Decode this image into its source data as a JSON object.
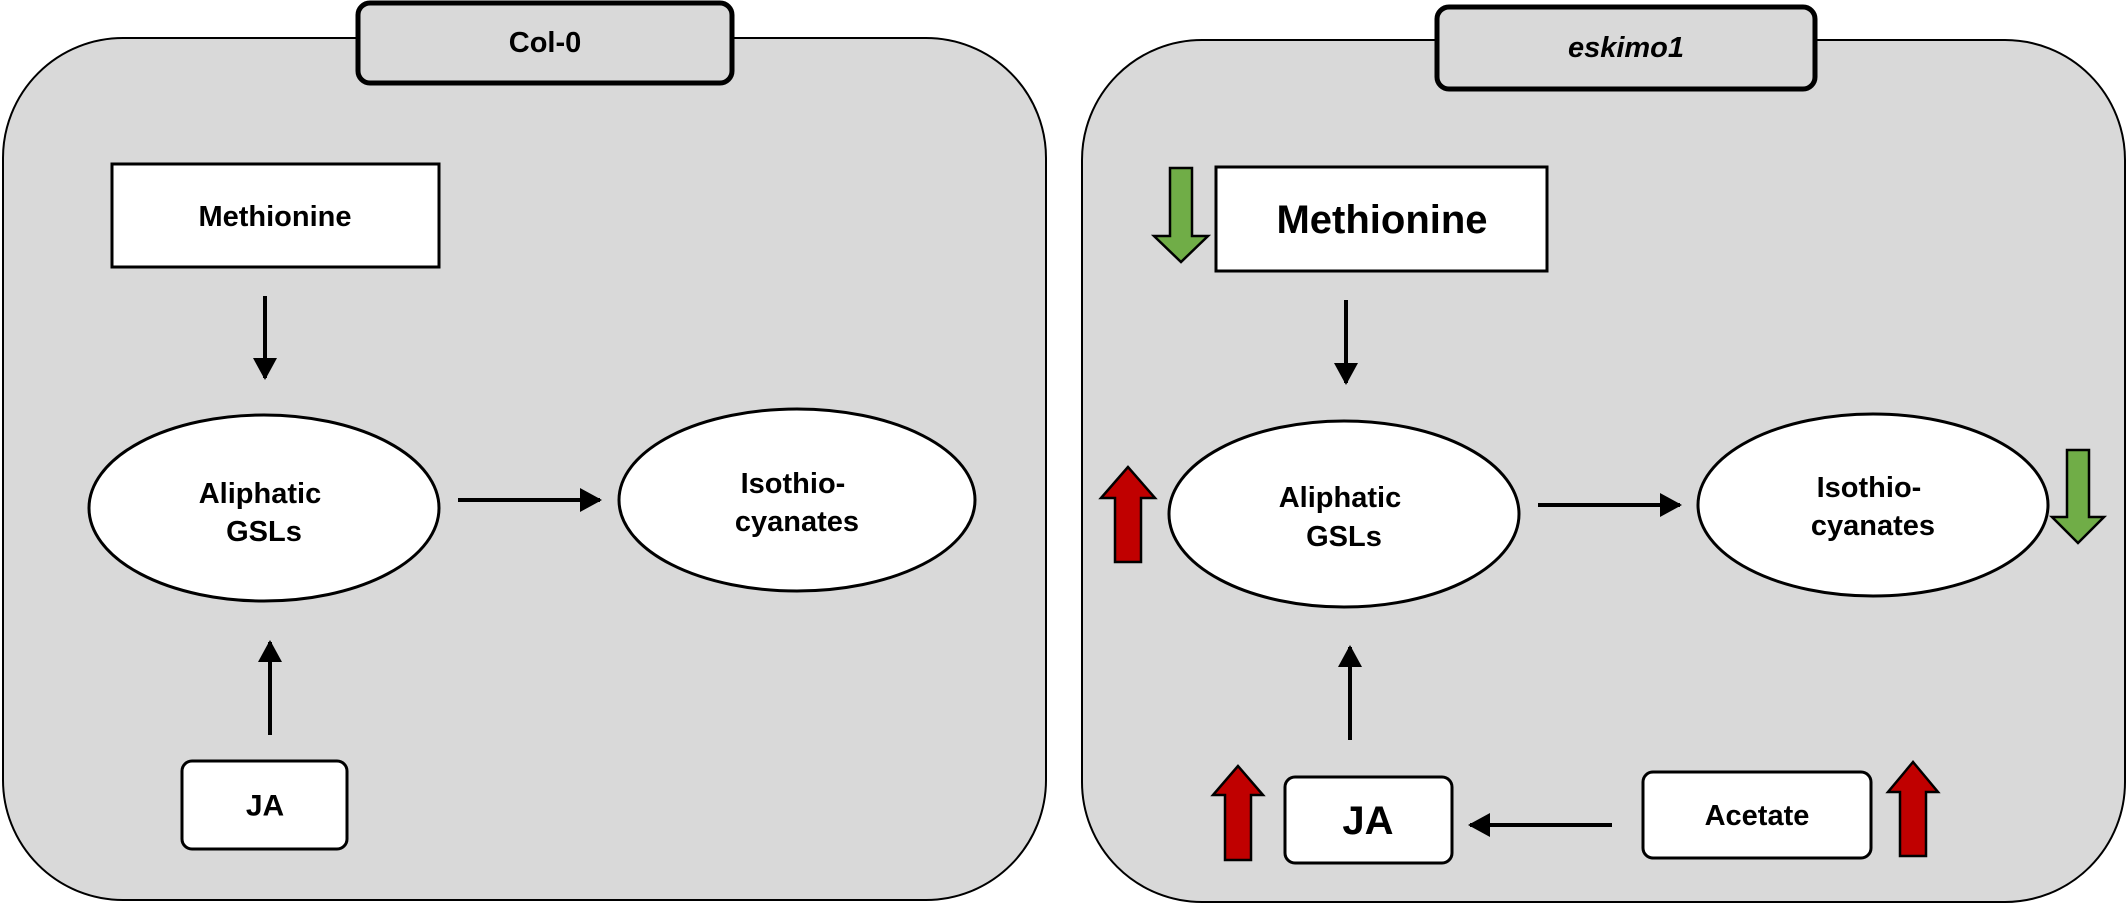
{
  "colors": {
    "panel_fill": "#d9d9d9",
    "node_fill": "#ffffff",
    "stroke": "#000000",
    "increase_arrow": "#c00000",
    "decrease_arrow": "#70ad47"
  },
  "panels": [
    {
      "title": "Col-0",
      "nodes": {
        "methionine": "Methionine",
        "aliphatic_gsls": [
          "Aliphatic",
          "GSLs"
        ],
        "isothiocyanates": [
          "Isothio-",
          "cyanates"
        ],
        "ja": "JA"
      }
    },
    {
      "title": "eskimo1",
      "nodes": {
        "methionine": "Methionine",
        "aliphatic_gsls": [
          "Aliphatic",
          "GSLs"
        ],
        "isothiocyanates": [
          "Isothio-",
          "cyanates"
        ],
        "ja": "JA",
        "acetate": "Acetate"
      },
      "changes": {
        "methionine": "decrease",
        "aliphatic_gsls": "increase",
        "isothiocyanates": "decrease",
        "ja": "increase",
        "acetate": "increase"
      }
    }
  ]
}
